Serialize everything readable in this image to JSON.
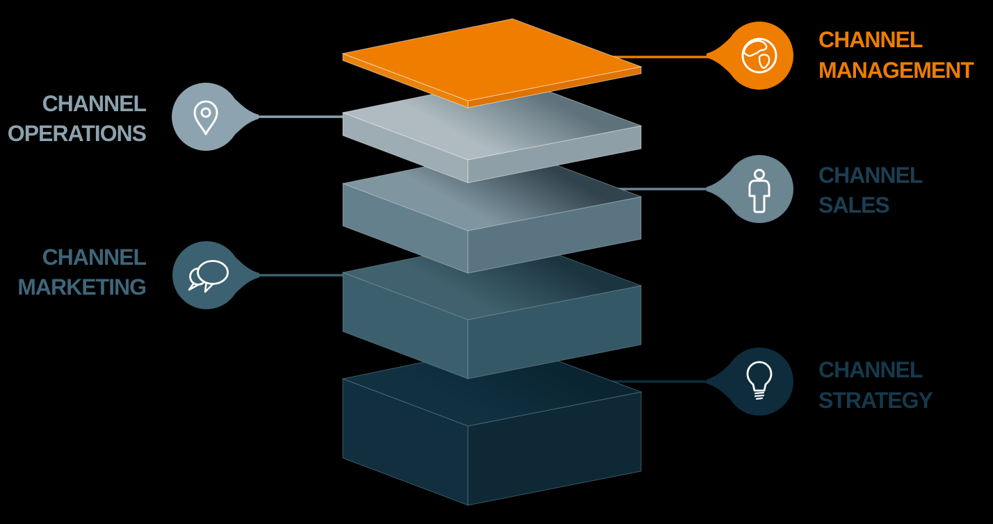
{
  "background": "#000000",
  "stack": {
    "layers": [
      {
        "name": "channel-management-layer",
        "top": "#EE7D00",
        "left": "#E9820C",
        "right": "#DE7300"
      },
      {
        "name": "channel-operations-layer",
        "top_light": "#AFBBC1",
        "top_dark": "#5E727B",
        "left": "#9EADB4",
        "right": "#8F9FA7"
      },
      {
        "name": "channel-sales-layer",
        "top_light": "#7F959F",
        "top_dark": "#31434D",
        "left": "#64808C",
        "right": "#5A7581"
      },
      {
        "name": "channel-marketing-layer",
        "top_light": "#41616E",
        "top_dark": "#1B3540",
        "left": "#3C5F6D",
        "right": "#355866"
      },
      {
        "name": "channel-strategy-layer",
        "top_light": "#113141",
        "top_dark": "#0A2431",
        "left": "#112F3E",
        "right": "#0E2836"
      }
    ]
  },
  "icon_stroke": "#FFFFFF",
  "callouts": [
    {
      "id": "management",
      "side": "right",
      "label_line1": "CHANNEL",
      "label_line2": "MANAGEMENT",
      "text_color": "#EE7D00",
      "bubble_color": "#EE7D00",
      "icon": "globe-icon"
    },
    {
      "id": "operations",
      "side": "left",
      "label_line1": "CHANNEL",
      "label_line2": "OPERATIONS",
      "text_color": "#8CA2AE",
      "bubble_color": "#8DA3AF",
      "icon": "location-pin-icon"
    },
    {
      "id": "sales",
      "side": "right",
      "label_line1": "CHANNEL",
      "label_line2": "SALES",
      "text_color": "#1C3E53",
      "bubble_color": "#6B8591",
      "icon": "person-icon"
    },
    {
      "id": "marketing",
      "side": "left",
      "label_line1": "CHANNEL",
      "label_line2": "MARKETING",
      "text_color": "#3F6579",
      "bubble_color": "#3C6170",
      "icon": "speech-bubbles-icon"
    },
    {
      "id": "strategy",
      "side": "right",
      "label_line1": "CHANNEL",
      "label_line2": "STRATEGY",
      "text_color": "#16394B",
      "bubble_color": "#0E2C3C",
      "icon": "lightbulb-icon"
    }
  ]
}
